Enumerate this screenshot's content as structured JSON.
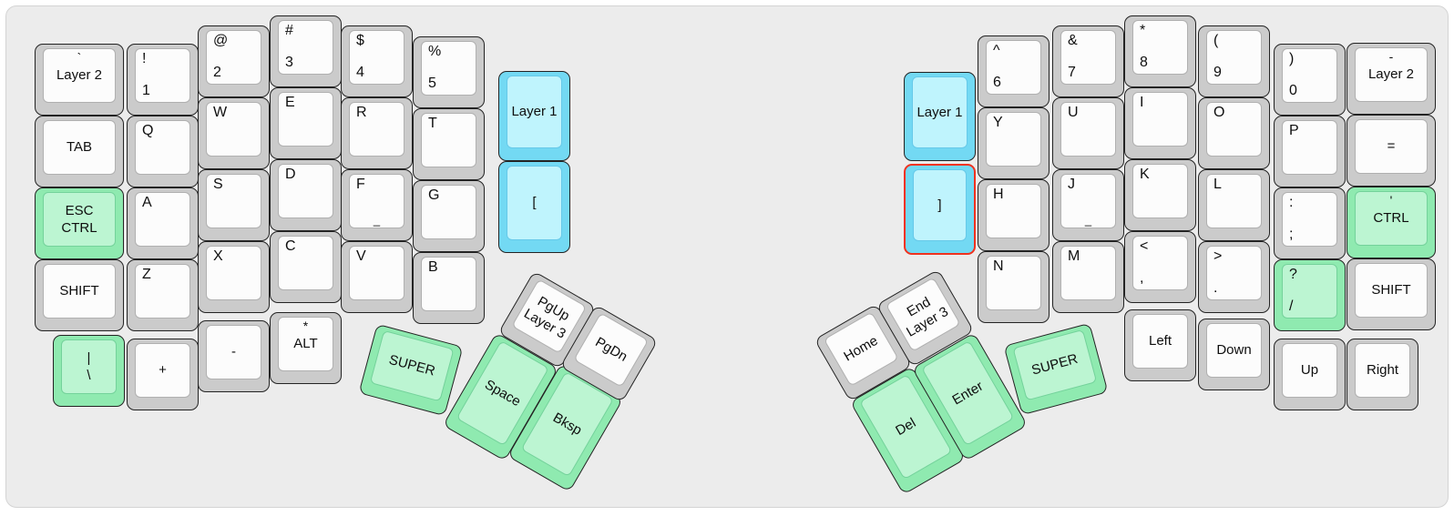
{
  "board": {
    "page_background": "#ffffff",
    "panel_background": "#ececec",
    "panel_border": "#d4d4d4"
  },
  "colors": {
    "key_white_outer": "#cbcbcb",
    "key_white_top": "#fcfcfc",
    "key_green_outer": "#8feab0",
    "key_green_top": "#bcf5d2",
    "key_cyan_outer": "#73d9f3",
    "key_cyan_top": "#bff4fd",
    "key_stroke": "#232323",
    "selected_border": "#f0321f",
    "legend": "#0e0e0e"
  },
  "selected_key": "right-bracket",
  "keys": [
    {
      "name": "layer2-left",
      "color": "white",
      "selected": false,
      "legends": {
        "tc": "`",
        "c": "Layer 2"
      }
    },
    {
      "name": "tab",
      "color": "white",
      "selected": false,
      "legends": {
        "c": "TAB"
      }
    },
    {
      "name": "esc-ctrl",
      "color": "green",
      "selected": false,
      "legends": {
        "c": "ESC\nCTRL"
      }
    },
    {
      "name": "shift-left",
      "color": "white",
      "selected": false,
      "legends": {
        "c": "SHIFT"
      }
    },
    {
      "name": "pipe-backslash",
      "color": "green",
      "selected": false,
      "legends": {
        "c": "|\n\\"
      }
    },
    {
      "name": "1",
      "color": "white",
      "selected": false,
      "legends": {
        "tl": "!",
        "bl": "1"
      }
    },
    {
      "name": "q",
      "color": "white",
      "selected": false,
      "legends": {
        "tl": "Q"
      }
    },
    {
      "name": "a",
      "color": "white",
      "selected": false,
      "legends": {
        "tl": "A"
      }
    },
    {
      "name": "z",
      "color": "white",
      "selected": false,
      "legends": {
        "tl": "Z"
      }
    },
    {
      "name": "plus",
      "color": "white",
      "selected": false,
      "legends": {
        "c": "+"
      }
    },
    {
      "name": "2",
      "color": "white",
      "selected": false,
      "legends": {
        "tl": "@",
        "bl": "2"
      }
    },
    {
      "name": "w",
      "color": "white",
      "selected": false,
      "legends": {
        "tl": "W"
      }
    },
    {
      "name": "s",
      "color": "white",
      "selected": false,
      "legends": {
        "tl": "S"
      }
    },
    {
      "name": "x",
      "color": "white",
      "selected": false,
      "legends": {
        "tl": "X"
      }
    },
    {
      "name": "minus-left",
      "color": "white",
      "selected": false,
      "legends": {
        "c": "-"
      }
    },
    {
      "name": "3",
      "color": "white",
      "selected": false,
      "legends": {
        "tl": "#",
        "bl": "3"
      }
    },
    {
      "name": "e",
      "color": "white",
      "selected": false,
      "legends": {
        "tl": "E"
      }
    },
    {
      "name": "d",
      "color": "white",
      "selected": false,
      "legends": {
        "tl": "D"
      }
    },
    {
      "name": "c",
      "color": "white",
      "selected": false,
      "legends": {
        "tl": "C"
      }
    },
    {
      "name": "alt",
      "color": "white",
      "selected": false,
      "legends": {
        "tc": "*",
        "c": "ALT"
      }
    },
    {
      "name": "4",
      "color": "white",
      "selected": false,
      "legends": {
        "tl": "$",
        "bl": "4"
      }
    },
    {
      "name": "r",
      "color": "white",
      "selected": false,
      "legends": {
        "tl": "R"
      }
    },
    {
      "name": "f",
      "color": "white",
      "selected": false,
      "legends": {
        "tl": "F",
        "bc": "_"
      }
    },
    {
      "name": "v",
      "color": "white",
      "selected": false,
      "legends": {
        "tl": "V"
      }
    },
    {
      "name": "5",
      "color": "white",
      "selected": false,
      "legends": {
        "tl": "%",
        "bl": "5"
      }
    },
    {
      "name": "t",
      "color": "white",
      "selected": false,
      "legends": {
        "tl": "T"
      }
    },
    {
      "name": "g",
      "color": "white",
      "selected": false,
      "legends": {
        "tl": "G"
      }
    },
    {
      "name": "b",
      "color": "white",
      "selected": false,
      "legends": {
        "tl": "B"
      }
    },
    {
      "name": "layer1-left",
      "color": "cyan",
      "selected": false,
      "legends": {
        "c": "Layer 1"
      }
    },
    {
      "name": "left-bracket",
      "color": "cyan",
      "selected": false,
      "legends": {
        "c": "["
      }
    },
    {
      "name": "super-left",
      "color": "green",
      "selected": false,
      "legends": {
        "c": "SUPER"
      }
    },
    {
      "name": "space",
      "color": "green",
      "selected": false,
      "legends": {
        "c": "Space"
      }
    },
    {
      "name": "bksp",
      "color": "green",
      "selected": false,
      "legends": {
        "c": "Bksp"
      }
    },
    {
      "name": "pgup-layer3",
      "color": "white",
      "selected": false,
      "legends": {
        "c": "PgUp\nLayer 3"
      }
    },
    {
      "name": "pgdn",
      "color": "white",
      "selected": false,
      "legends": {
        "c": "PgDn"
      }
    },
    {
      "name": "layer1-right",
      "color": "cyan",
      "selected": false,
      "legends": {
        "c": "Layer 1"
      }
    },
    {
      "name": "right-bracket",
      "color": "cyan",
      "selected": true,
      "legends": {
        "c": "]"
      }
    },
    {
      "name": "6",
      "color": "white",
      "selected": false,
      "legends": {
        "tl": "^",
        "bl": "6"
      }
    },
    {
      "name": "y",
      "color": "white",
      "selected": false,
      "legends": {
        "tl": "Y"
      }
    },
    {
      "name": "h",
      "color": "white",
      "selected": false,
      "legends": {
        "tl": "H"
      }
    },
    {
      "name": "n",
      "color": "white",
      "selected": false,
      "legends": {
        "tl": "N"
      }
    },
    {
      "name": "7",
      "color": "white",
      "selected": false,
      "legends": {
        "tl": "&",
        "bl": "7"
      }
    },
    {
      "name": "u",
      "color": "white",
      "selected": false,
      "legends": {
        "tl": "U"
      }
    },
    {
      "name": "j",
      "color": "white",
      "selected": false,
      "legends": {
        "tl": "J",
        "bc": "_"
      }
    },
    {
      "name": "m",
      "color": "white",
      "selected": false,
      "legends": {
        "tl": "M"
      }
    },
    {
      "name": "8",
      "color": "white",
      "selected": false,
      "legends": {
        "tl": "*",
        "bl": "8"
      }
    },
    {
      "name": "i",
      "color": "white",
      "selected": false,
      "legends": {
        "tl": "I"
      }
    },
    {
      "name": "k",
      "color": "white",
      "selected": false,
      "legends": {
        "tl": "K"
      }
    },
    {
      "name": "comma",
      "color": "white",
      "selected": false,
      "legends": {
        "tl": "<",
        "bl": ","
      }
    },
    {
      "name": "left-arrow",
      "color": "white",
      "selected": false,
      "legends": {
        "c": "Left"
      }
    },
    {
      "name": "9",
      "color": "white",
      "selected": false,
      "legends": {
        "tl": "(",
        "bl": "9"
      }
    },
    {
      "name": "o",
      "color": "white",
      "selected": false,
      "legends": {
        "tl": "O"
      }
    },
    {
      "name": "l",
      "color": "white",
      "selected": false,
      "legends": {
        "tl": "L"
      }
    },
    {
      "name": "period",
      "color": "white",
      "selected": false,
      "legends": {
        "tl": ">",
        "bl": "."
      }
    },
    {
      "name": "down-arrow",
      "color": "white",
      "selected": false,
      "legends": {
        "c": "Down"
      }
    },
    {
      "name": "0",
      "color": "white",
      "selected": false,
      "legends": {
        "tl": ")",
        "bl": "0"
      }
    },
    {
      "name": "p",
      "color": "white",
      "selected": false,
      "legends": {
        "tl": "P"
      }
    },
    {
      "name": "semicolon",
      "color": "white",
      "selected": false,
      "legends": {
        "tl": ":",
        "bl": ";"
      }
    },
    {
      "name": "slash",
      "color": "green",
      "selected": false,
      "legends": {
        "tl": "?",
        "bl": "/"
      }
    },
    {
      "name": "up-arrow",
      "color": "white",
      "selected": false,
      "legends": {
        "c": "Up"
      }
    },
    {
      "name": "layer2-right",
      "color": "white",
      "selected": false,
      "legends": {
        "tc": "-",
        "c": "Layer 2"
      }
    },
    {
      "name": "equals",
      "color": "white",
      "selected": false,
      "legends": {
        "c": "="
      }
    },
    {
      "name": "ctrl-right",
      "color": "green",
      "selected": false,
      "legends": {
        "tc": "'",
        "c": "CTRL"
      }
    },
    {
      "name": "shift-right",
      "color": "white",
      "selected": false,
      "legends": {
        "c": "SHIFT"
      }
    },
    {
      "name": "right-arrow",
      "color": "white",
      "selected": false,
      "legends": {
        "c": "Right"
      }
    },
    {
      "name": "home",
      "color": "white",
      "selected": false,
      "legends": {
        "c": "Home"
      }
    },
    {
      "name": "end-layer3",
      "color": "white",
      "selected": false,
      "legends": {
        "c": "End\nLayer 3"
      }
    },
    {
      "name": "del",
      "color": "green",
      "selected": false,
      "legends": {
        "c": "Del"
      }
    },
    {
      "name": "enter",
      "color": "green",
      "selected": false,
      "legends": {
        "c": "Enter"
      }
    },
    {
      "name": "super-right",
      "color": "green",
      "selected": false,
      "legends": {
        "c": "SUPER"
      }
    }
  ]
}
